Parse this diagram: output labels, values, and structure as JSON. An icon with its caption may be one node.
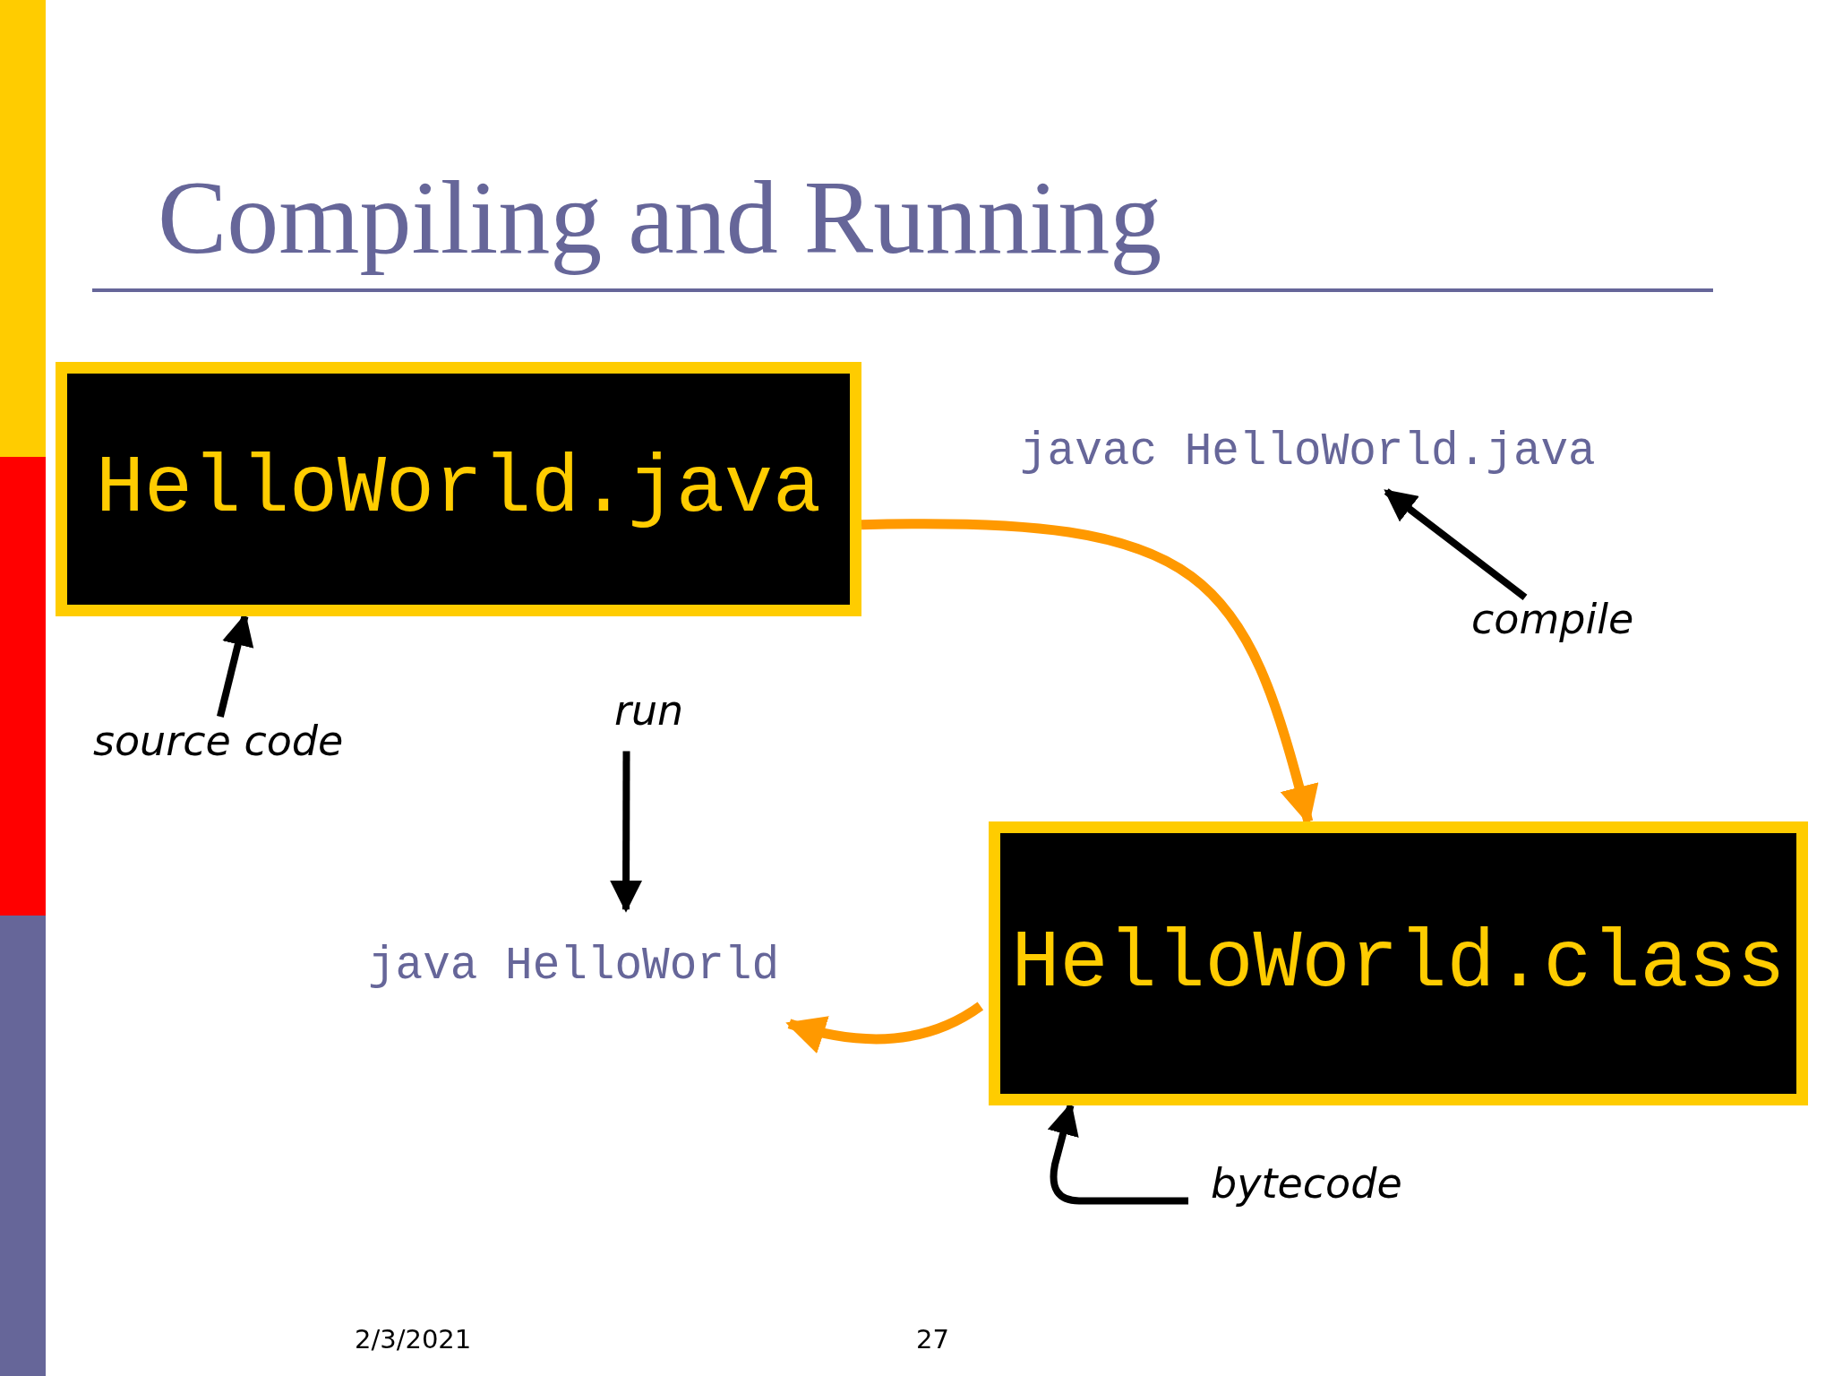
{
  "diagram": {
    "title": "Compiling and Running",
    "nodes": [
      {
        "text": [
          "HelloWorld.java"
        ]
      },
      {
        "text": [
          "javac HelloWorld.java"
        ]
      },
      {
        "text": [
          "compile"
        ]
      },
      {
        "text": [
          "source code"
        ]
      },
      {
        "text": [
          "run"
        ]
      },
      {
        "text": [
          "java HelloWorld"
        ]
      },
      {
        "text": [
          "HelloWorld.class"
        ]
      },
      {
        "text": [
          "bytecode"
        ]
      }
    ],
    "edges": [
      {
        "from": 0,
        "to": 6,
        "arrow": "to",
        "color": "#ff9900"
      },
      {
        "from": 2,
        "to": 1,
        "arrow": "to"
      },
      {
        "from": 3,
        "to": 0,
        "arrow": "to"
      },
      {
        "from": 4,
        "to": 5,
        "arrow": "to"
      },
      {
        "from": 7,
        "to": 6,
        "arrow": "to"
      },
      {
        "from": 6,
        "to": 5,
        "arrow": "to",
        "color": "#ff9900"
      }
    ],
    "labels": [
      "2/3/2021",
      "27"
    ]
  }
}
